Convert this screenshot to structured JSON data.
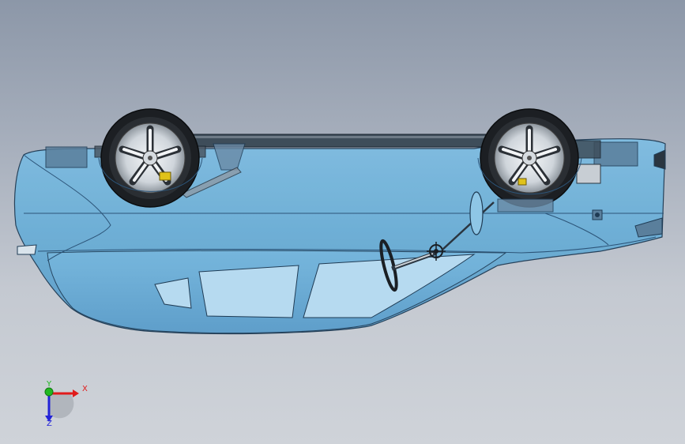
{
  "viewport": {
    "background_top": "#8c97a8",
    "background_bottom": "#cfd3d9"
  },
  "model": {
    "body_color": "#6aaed6",
    "body_light": "#86c2e4",
    "body_dark": "#4a8cba",
    "edge_color": "#1f3b54"
  },
  "triad": {
    "x_label": "X",
    "y_label": "Y",
    "z_label": "Z",
    "x_color": "#e01b1b",
    "y_color": "#21b821",
    "z_color": "#2323d8"
  }
}
